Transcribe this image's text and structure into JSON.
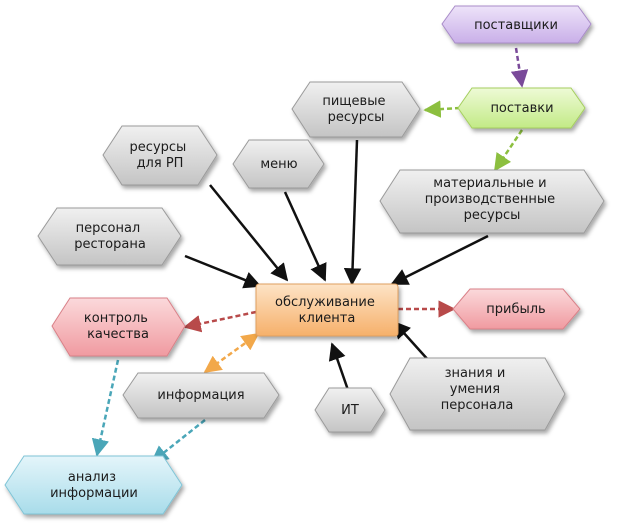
{
  "nodes": {
    "suppliers": {
      "label": "поставщики"
    },
    "deliveries": {
      "label": "поставки"
    },
    "food": {
      "lines": [
        "пищевые",
        "ресурсы"
      ]
    },
    "rp": {
      "lines": [
        "ресурсы",
        "для РП"
      ]
    },
    "menu": {
      "label": "меню"
    },
    "material": {
      "lines": [
        "материальные и",
        "производственные",
        "ресурсы"
      ]
    },
    "staff": {
      "lines": [
        "персонал",
        "ресторана"
      ]
    },
    "service": {
      "lines": [
        "обслуживание",
        "клиента"
      ]
    },
    "quality": {
      "lines": [
        "контроль",
        "качества"
      ]
    },
    "profit": {
      "label": "прибыль"
    },
    "information": {
      "label": "информация"
    },
    "it": {
      "label": "ИТ"
    },
    "knowledge": {
      "lines": [
        "знания и",
        "умения",
        "персонала"
      ]
    },
    "analysis": {
      "lines": [
        "анализ",
        "информации"
      ]
    }
  },
  "colors": {
    "gray": "#d6d6d6",
    "purple": "#d9c6f0",
    "green": "#d6f2a6",
    "red": "#f6b8bc",
    "blue": "#c4e8f2",
    "orange": "#f9c796",
    "arrow_black": "#111111",
    "arrow_purple": "#7a4a9a",
    "arrow_green": "#8cbf3f",
    "arrow_red": "#b84a4a",
    "arrow_orange": "#f2a84a",
    "arrow_teal": "#4aa6b8"
  }
}
